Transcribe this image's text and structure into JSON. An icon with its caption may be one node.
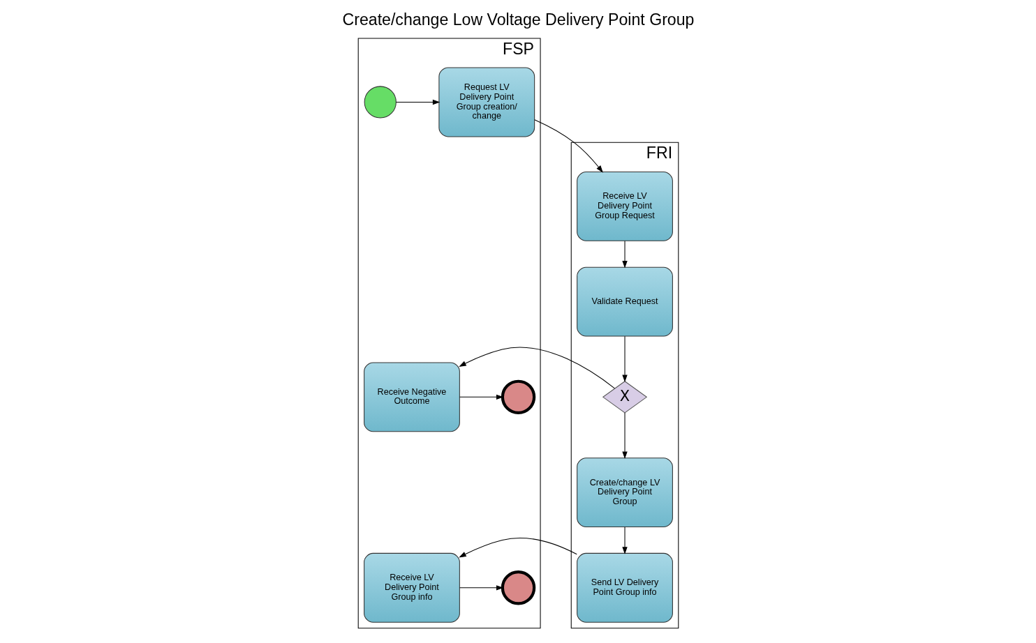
{
  "diagram": {
    "title": "Create/change Low Voltage Delivery Point Group",
    "nodes": [
      {
        "text": [
          "FSP"
        ]
      },
      {
        "text": [
          "FRI"
        ]
      },
      {
        "text": [],
        "shape": "circle",
        "in": 0
      },
      {
        "text": [
          "Request LV Delivery Point Group creation/ change"
        ],
        "in": 0
      },
      {
        "text": [
          "Receive Negative Outcome"
        ],
        "in": 0
      },
      {
        "text": [],
        "shape": "circle",
        "in": 0
      },
      {
        "text": [
          "Receive LV Delivery Point Group info"
        ],
        "in": 0
      },
      {
        "text": [],
        "shape": "circle",
        "in": 0
      },
      {
        "text": [
          "Receive LV Delivery Point Group Request"
        ],
        "in": 1
      },
      {
        "text": [
          "Validate Request"
        ],
        "in": 1
      },
      {
        "text": [
          "X"
        ],
        "in": 1
      },
      {
        "text": [
          "Create/change LV Delivery Point Group"
        ],
        "in": 1
      },
      {
        "text": [
          "Send LV Delivery Point Group info"
        ],
        "in": 1
      }
    ],
    "edges": [
      {
        "from": 2,
        "to": 3,
        "arrow": "to"
      },
      {
        "from": 3,
        "to": 8,
        "arrow": "to"
      },
      {
        "from": 8,
        "to": 9,
        "arrow": "to"
      },
      {
        "from": 9,
        "to": 10,
        "arrow": "to"
      },
      {
        "from": 10,
        "to": 4,
        "arrow": "to"
      },
      {
        "from": 4,
        "to": 5,
        "arrow": "to"
      },
      {
        "from": 10,
        "to": 11,
        "arrow": "to"
      },
      {
        "from": 11,
        "to": 12,
        "arrow": "to"
      },
      {
        "from": 12,
        "to": 6,
        "arrow": "to"
      },
      {
        "from": 6,
        "to": 7,
        "arrow": "to"
      }
    ]
  }
}
